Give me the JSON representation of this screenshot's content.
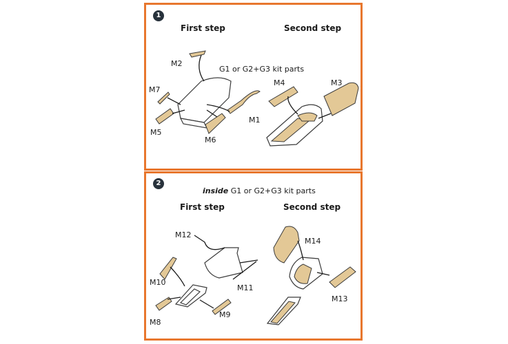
{
  "panels": [
    {
      "number": "1",
      "first_step": "First step",
      "second_step": "Second step",
      "kit_parts_note": "G1 or G2+G3 kit parts",
      "labels": {
        "m2": "M2",
        "m7": "M7",
        "m5": "M5",
        "m6": "M6",
        "m1": "M1",
        "m4": "M4",
        "m3": "M3"
      }
    },
    {
      "number": "2",
      "note_emphasis": "inside",
      "note_rest": " G1 or G2+G3 kit parts",
      "first_step": "First step",
      "second_step": "Second step",
      "labels": {
        "m12": "M12",
        "m10": "M10",
        "m11": "M11",
        "m8": "M8",
        "m9": "M9",
        "m14": "M14",
        "m13": "M13"
      }
    }
  ],
  "colors": {
    "frame": "#e8772e",
    "mask": "#e3c896",
    "badge": "#28323c"
  }
}
